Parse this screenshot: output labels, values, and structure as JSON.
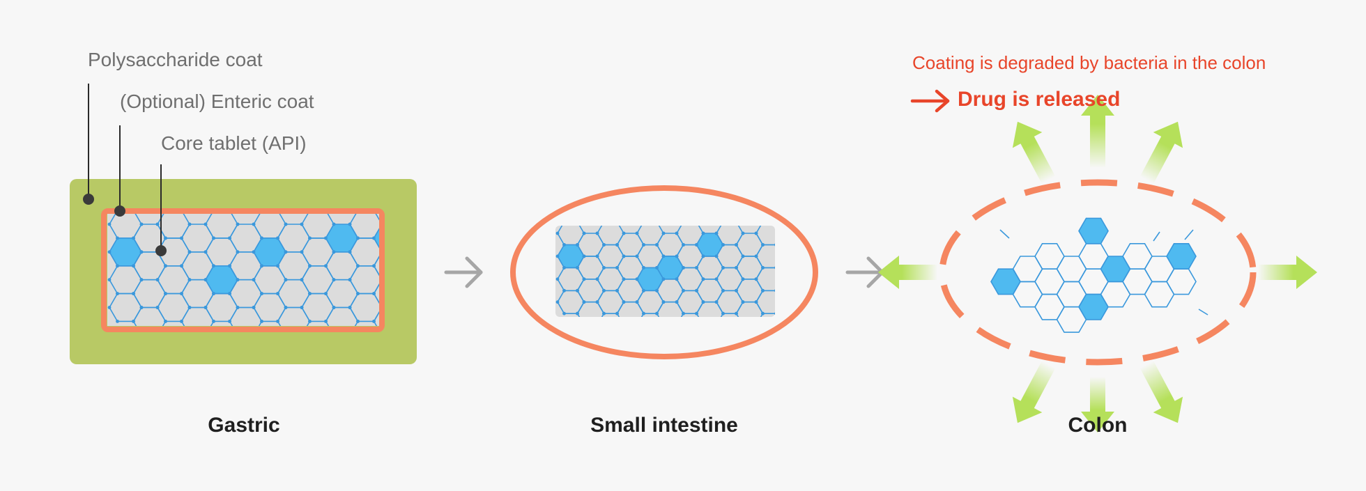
{
  "labels": {
    "polysaccharide": "Polysaccharide coat",
    "enteric": "(Optional) Enteric coat",
    "core": "Core tablet (API)"
  },
  "stages": [
    "Gastric",
    "Small intestine",
    "Colon"
  ],
  "release_note": {
    "line1": "Coating is degraded by bacteria in the colon",
    "line2": "Drug is released"
  },
  "colors": {
    "polysaccharide_coat": "#b8c965",
    "enteric_coat": "#f58660",
    "core_fill": "#dcdcdc",
    "hex_stroke": "#3a98dc",
    "hex_fill": "#4fbaf0",
    "release_text": "#e8452a",
    "release_arrows": "#b5e05a",
    "flow_arrow": "#a6a6a6"
  }
}
